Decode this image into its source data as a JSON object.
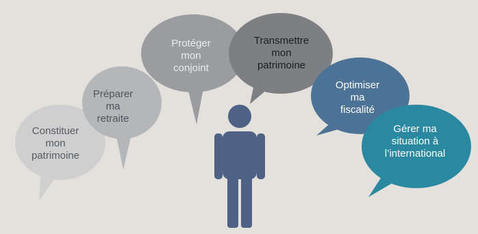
{
  "bubbles": [
    {
      "label": "Constituer\nmon\npatrimoine",
      "fill": "#cfcfcf",
      "text_color": "#555b63"
    },
    {
      "label": "Préparer\nma\nretraite",
      "fill": "#b4b6b8",
      "text_color": "#4f555c"
    },
    {
      "label": "Protéger\nmon\nconjoint",
      "fill": "#9a9c9f",
      "text_color": "#ebebeb"
    },
    {
      "label": "Transmettre\nmon\npatrimoine",
      "fill": "#7d7f83",
      "text_color": "#1d1d1d"
    },
    {
      "label": "Optimiser\nma\nfiscalité",
      "fill": "#4c7396",
      "text_color": "#ffffff"
    },
    {
      "label": "Gérer ma\nsituation à\nl’international",
      "fill": "#2a89a0",
      "text_color": "#ffffff"
    }
  ],
  "person": {
    "icon": "person-icon",
    "color": "#4e6285"
  },
  "colors": {
    "background": "#e4e0dc"
  }
}
